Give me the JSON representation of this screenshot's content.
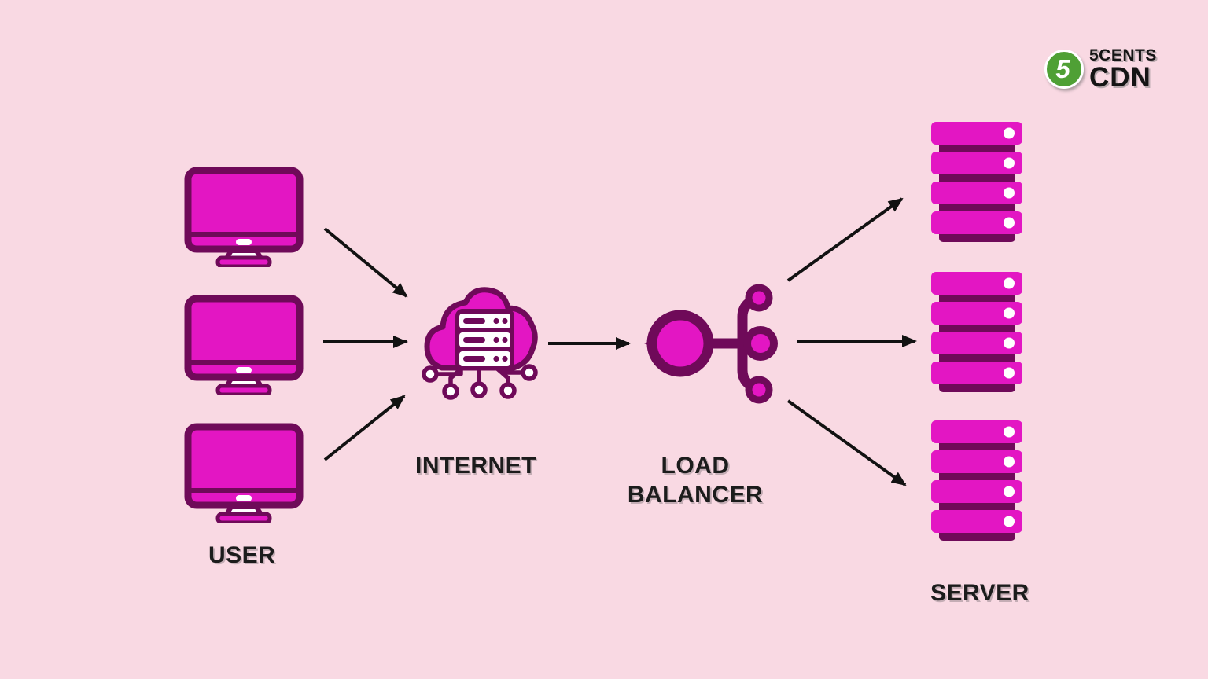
{
  "logo": {
    "badge_digit": "5",
    "line1": "5CENTS",
    "line2": "CDN",
    "badge_color": "#4FA035"
  },
  "labels": {
    "user": "USER",
    "internet": "INTERNET",
    "load_balancer": "LOAD BALANCER",
    "server": "SERVER"
  },
  "colors": {
    "background": "#F9D9E3",
    "magenta_fill": "#E316C3",
    "dark_outline": "#6F0A59",
    "arrow": "#121212",
    "white": "#FFFFFF"
  },
  "diagram": {
    "user_count": 3,
    "server_stack_count": 3,
    "server_bars_per_stack": 4,
    "connections": [
      {
        "from": "user-1",
        "to": "internet"
      },
      {
        "from": "user-2",
        "to": "internet"
      },
      {
        "from": "user-3",
        "to": "internet"
      },
      {
        "from": "internet",
        "to": "load-balancer"
      },
      {
        "from": "load-balancer",
        "to": "server-stack-1"
      },
      {
        "from": "load-balancer",
        "to": "server-stack-2"
      },
      {
        "from": "load-balancer",
        "to": "server-stack-3"
      }
    ]
  }
}
